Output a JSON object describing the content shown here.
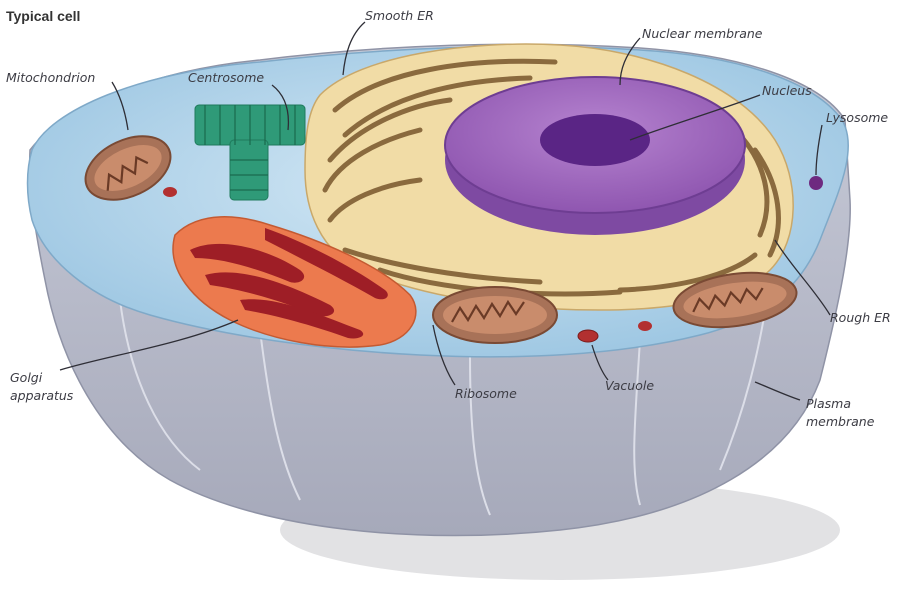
{
  "title": "Typical cell",
  "labels": {
    "smooth_er": "Smooth ER",
    "nuclear_membrane": "Nuclear membrane",
    "mitochondrion": "Mitochondrion",
    "centrosome": "Centrosome",
    "nucleus": "Nucleus",
    "lysosome": "Lysosome",
    "rough_er": "Rough ER",
    "golgi_line1": "Golgi",
    "golgi_line2": "apparatus",
    "ribosome": "Ribosome",
    "vacuole": "Vacuole",
    "plasma_line1": "Plasma",
    "plasma_line2": "membrane"
  },
  "colors": {
    "cytoplasm": "#a9cfe8",
    "membrane": "#b3b6c6",
    "nucleus": "#a06cc0",
    "nucleolus": "#5a2585",
    "er": "#ecd39a",
    "mitochondrion": "#a87258",
    "golgi": "#ec7a4e",
    "centrosome": "#2f9a78"
  }
}
